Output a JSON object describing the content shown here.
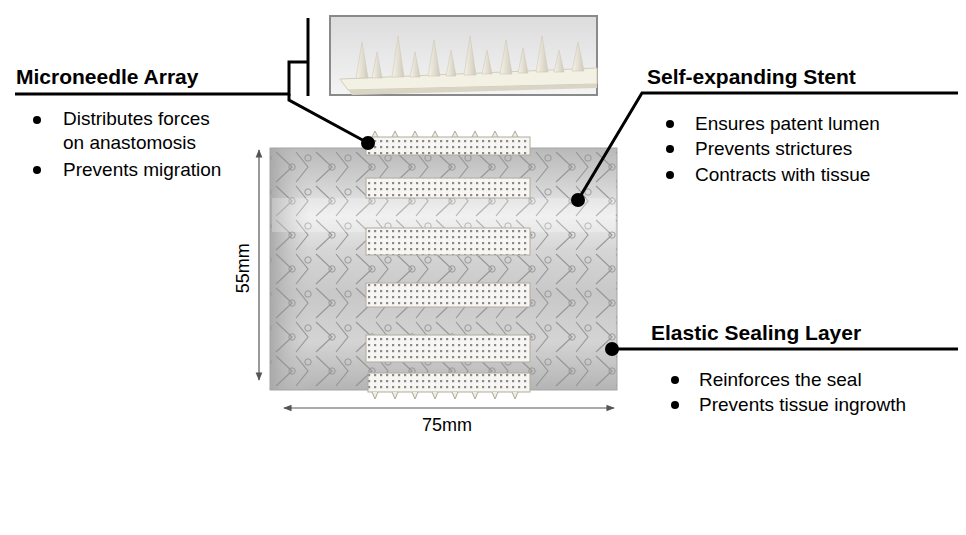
{
  "diagram": {
    "labels": [
      "Microneedle Array",
      "Distributes forces on anastomosis",
      "Prevents migration",
      "Self-expanding Stent",
      "Ensures patent lumen",
      "Prevents strictures",
      "Contracts with tissue",
      "Elastic Sealing Layer",
      "Reinforces the seal",
      "Prevents tissue ingrowth",
      "55mm",
      "75mm"
    ]
  }
}
